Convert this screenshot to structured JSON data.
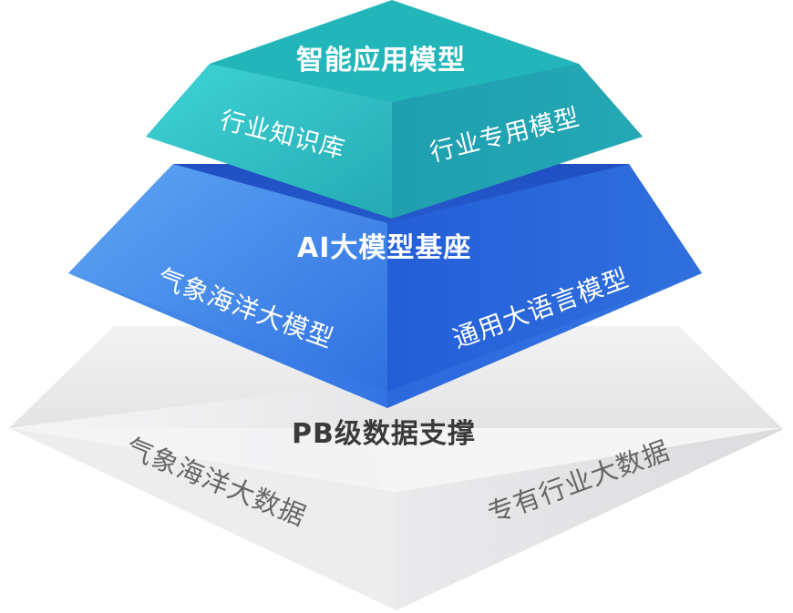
{
  "diagram": {
    "tiers": [
      {
        "title": "智能应用模型",
        "left_face": "行业知识库",
        "right_face": "行业专用模型"
      },
      {
        "title": "AI大模型基座",
        "left_face": "气象海洋大模型",
        "right_face": "通用大语言模型"
      },
      {
        "title": "PB级数据支撑",
        "left_face": "气象海洋大数据",
        "right_face": "专有行业大数据"
      }
    ]
  },
  "colors": {
    "top_tier": "#29b8bd",
    "middle_tier": "#2f6fe0",
    "bottom_tier": "#e9e9ea",
    "light_text": "#ffffff",
    "dark_text": "#3a3a3a",
    "gray_text": "#666666"
  }
}
